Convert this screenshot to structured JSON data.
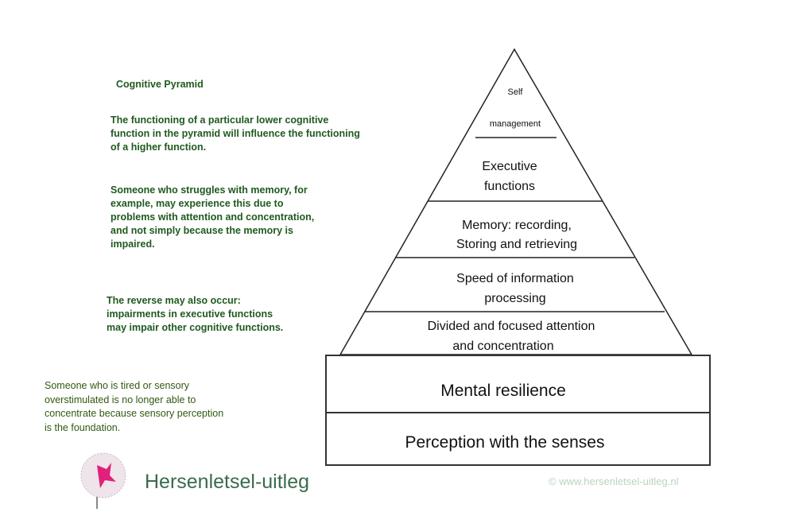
{
  "title": "Cognitive Pyramid",
  "notes": [
    "The functioning of a particular lower cognitive\nfunction in the pyramid will influence the functioning\nof a higher function.",
    "Someone who struggles with memory, for\nexample, may experience this due to\nproblems with attention and concentration,\nand not simply because the memory is\nimpaired.",
    "The reverse may also occur:\nimpairments in executive functions\nmay impair other cognitive functions.",
    "Someone who is tired or sensory\noverstimulated is no longer able to\nconcentrate because sensory perception\nis the foundation."
  ],
  "pyramid_levels": [
    {
      "line1": "Self",
      "line2": "management"
    },
    {
      "line1": "Executive",
      "line2": "functions"
    },
    {
      "line1": "Memory: recording,",
      "line2": "Storing  and retrieving"
    },
    {
      "line1": "Speed of information",
      "line2": "processing"
    },
    {
      "line1": "Divided and focused attention",
      "line2": "and concentration"
    }
  ],
  "base_levels": [
    "Mental resilience",
    "Perception with the senses"
  ],
  "logo": "Hersenletsel-uitleg",
  "copyright": "© www.hersenletsel-uitleg.nl",
  "colors": {
    "text_green": "#1f5a1f",
    "logo_pink": "#e0207a"
  }
}
